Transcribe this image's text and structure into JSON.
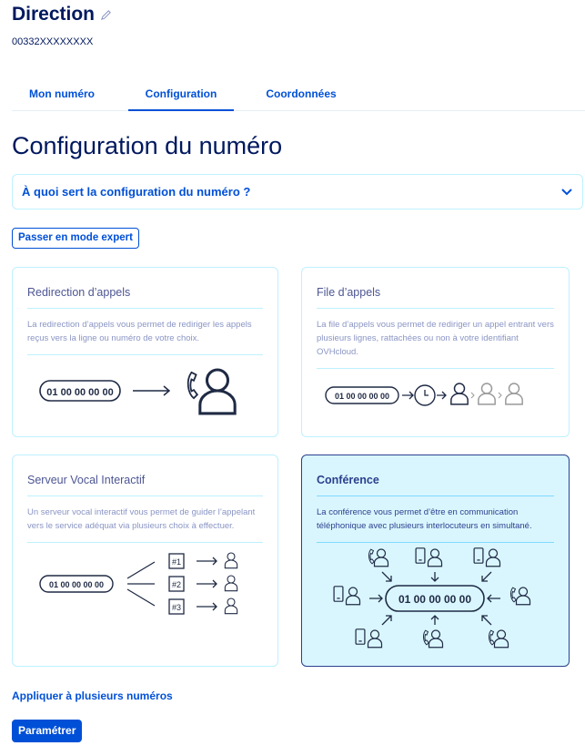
{
  "header": {
    "title": "Direction",
    "number": "00332XXXXXXXX"
  },
  "tabs": [
    {
      "label": "Mon numéro"
    },
    {
      "label": "Configuration"
    },
    {
      "label": "Coordonnées"
    }
  ],
  "page_title": "Configuration du numéro",
  "accordion": {
    "label": "À quoi sert la configuration du numéro ?"
  },
  "expert_button": "Passer en mode expert",
  "cards": [
    {
      "title": "Redirection d’appels",
      "description": "La redirection d’appels vous permet de rediriger les appels reçus vers la ligne ou numéro de votre choix.",
      "number": "01 00 00 00 00"
    },
    {
      "title": "File d’appels",
      "description": "La file d’appels vous permet de rediriger un appel entrant vers plusieurs lignes, rattachées ou non à votre identifiant OVHcloud.",
      "number": "01 00 00 00 00"
    },
    {
      "title": "Serveur Vocal Interactif",
      "description": "Un serveur vocal interactif vous permet de guider l’appelant vers le service adéquat via plusieurs choix à effectuer.",
      "number": "01 00 00 00 00",
      "choices": [
        "#1",
        "#2",
        "#3"
      ]
    },
    {
      "title": "Conférence",
      "description": "La conférence vous permet d’être en communication téléphonique avec plusieurs interlocuteurs en simultané.",
      "number": "01 00 00 00 00",
      "selected": true
    }
  ],
  "apply_link": "Appliquer à plusieurs numéros",
  "submit_button": "Paramétrer",
  "colors": {
    "primary": "#0050d7",
    "heading": "#00185e",
    "selected_bg": "#d9f6ff",
    "card_border": "#bef1ff"
  }
}
